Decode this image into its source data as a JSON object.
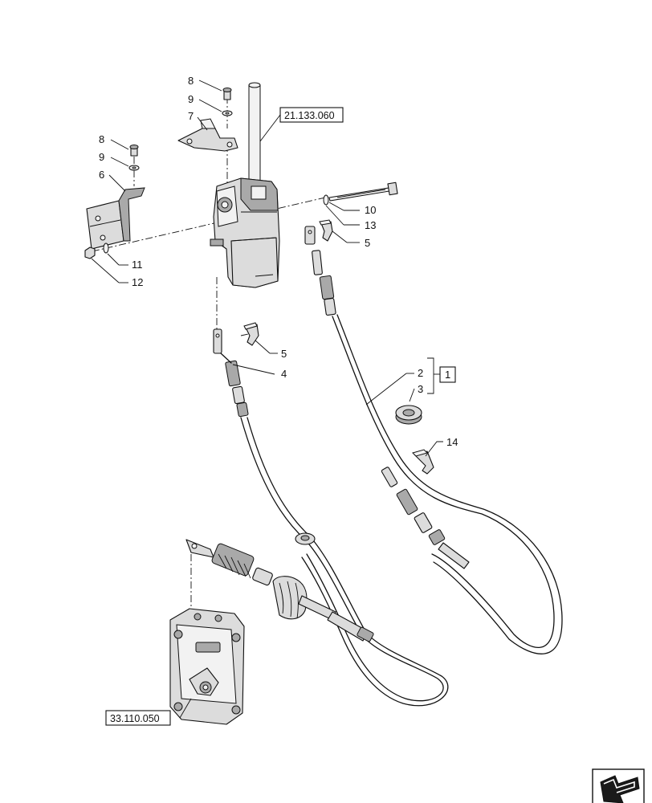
{
  "references": {
    "top": "21.133.060",
    "bottom": "33.110.050"
  },
  "callouts": {
    "c1_8": "8",
    "c1_9": "9",
    "c1_7": "7",
    "c2_8": "8",
    "c2_9": "9",
    "c2_6": "6",
    "c_10": "10",
    "c_13": "13",
    "c_5a": "5",
    "c_11": "11",
    "c_12": "12",
    "c_5b": "5",
    "c_4": "4",
    "c_2": "2",
    "c_3": "3",
    "c_1": "1",
    "c_14": "14"
  },
  "icons": {
    "nav": "back-arrow-icon"
  }
}
